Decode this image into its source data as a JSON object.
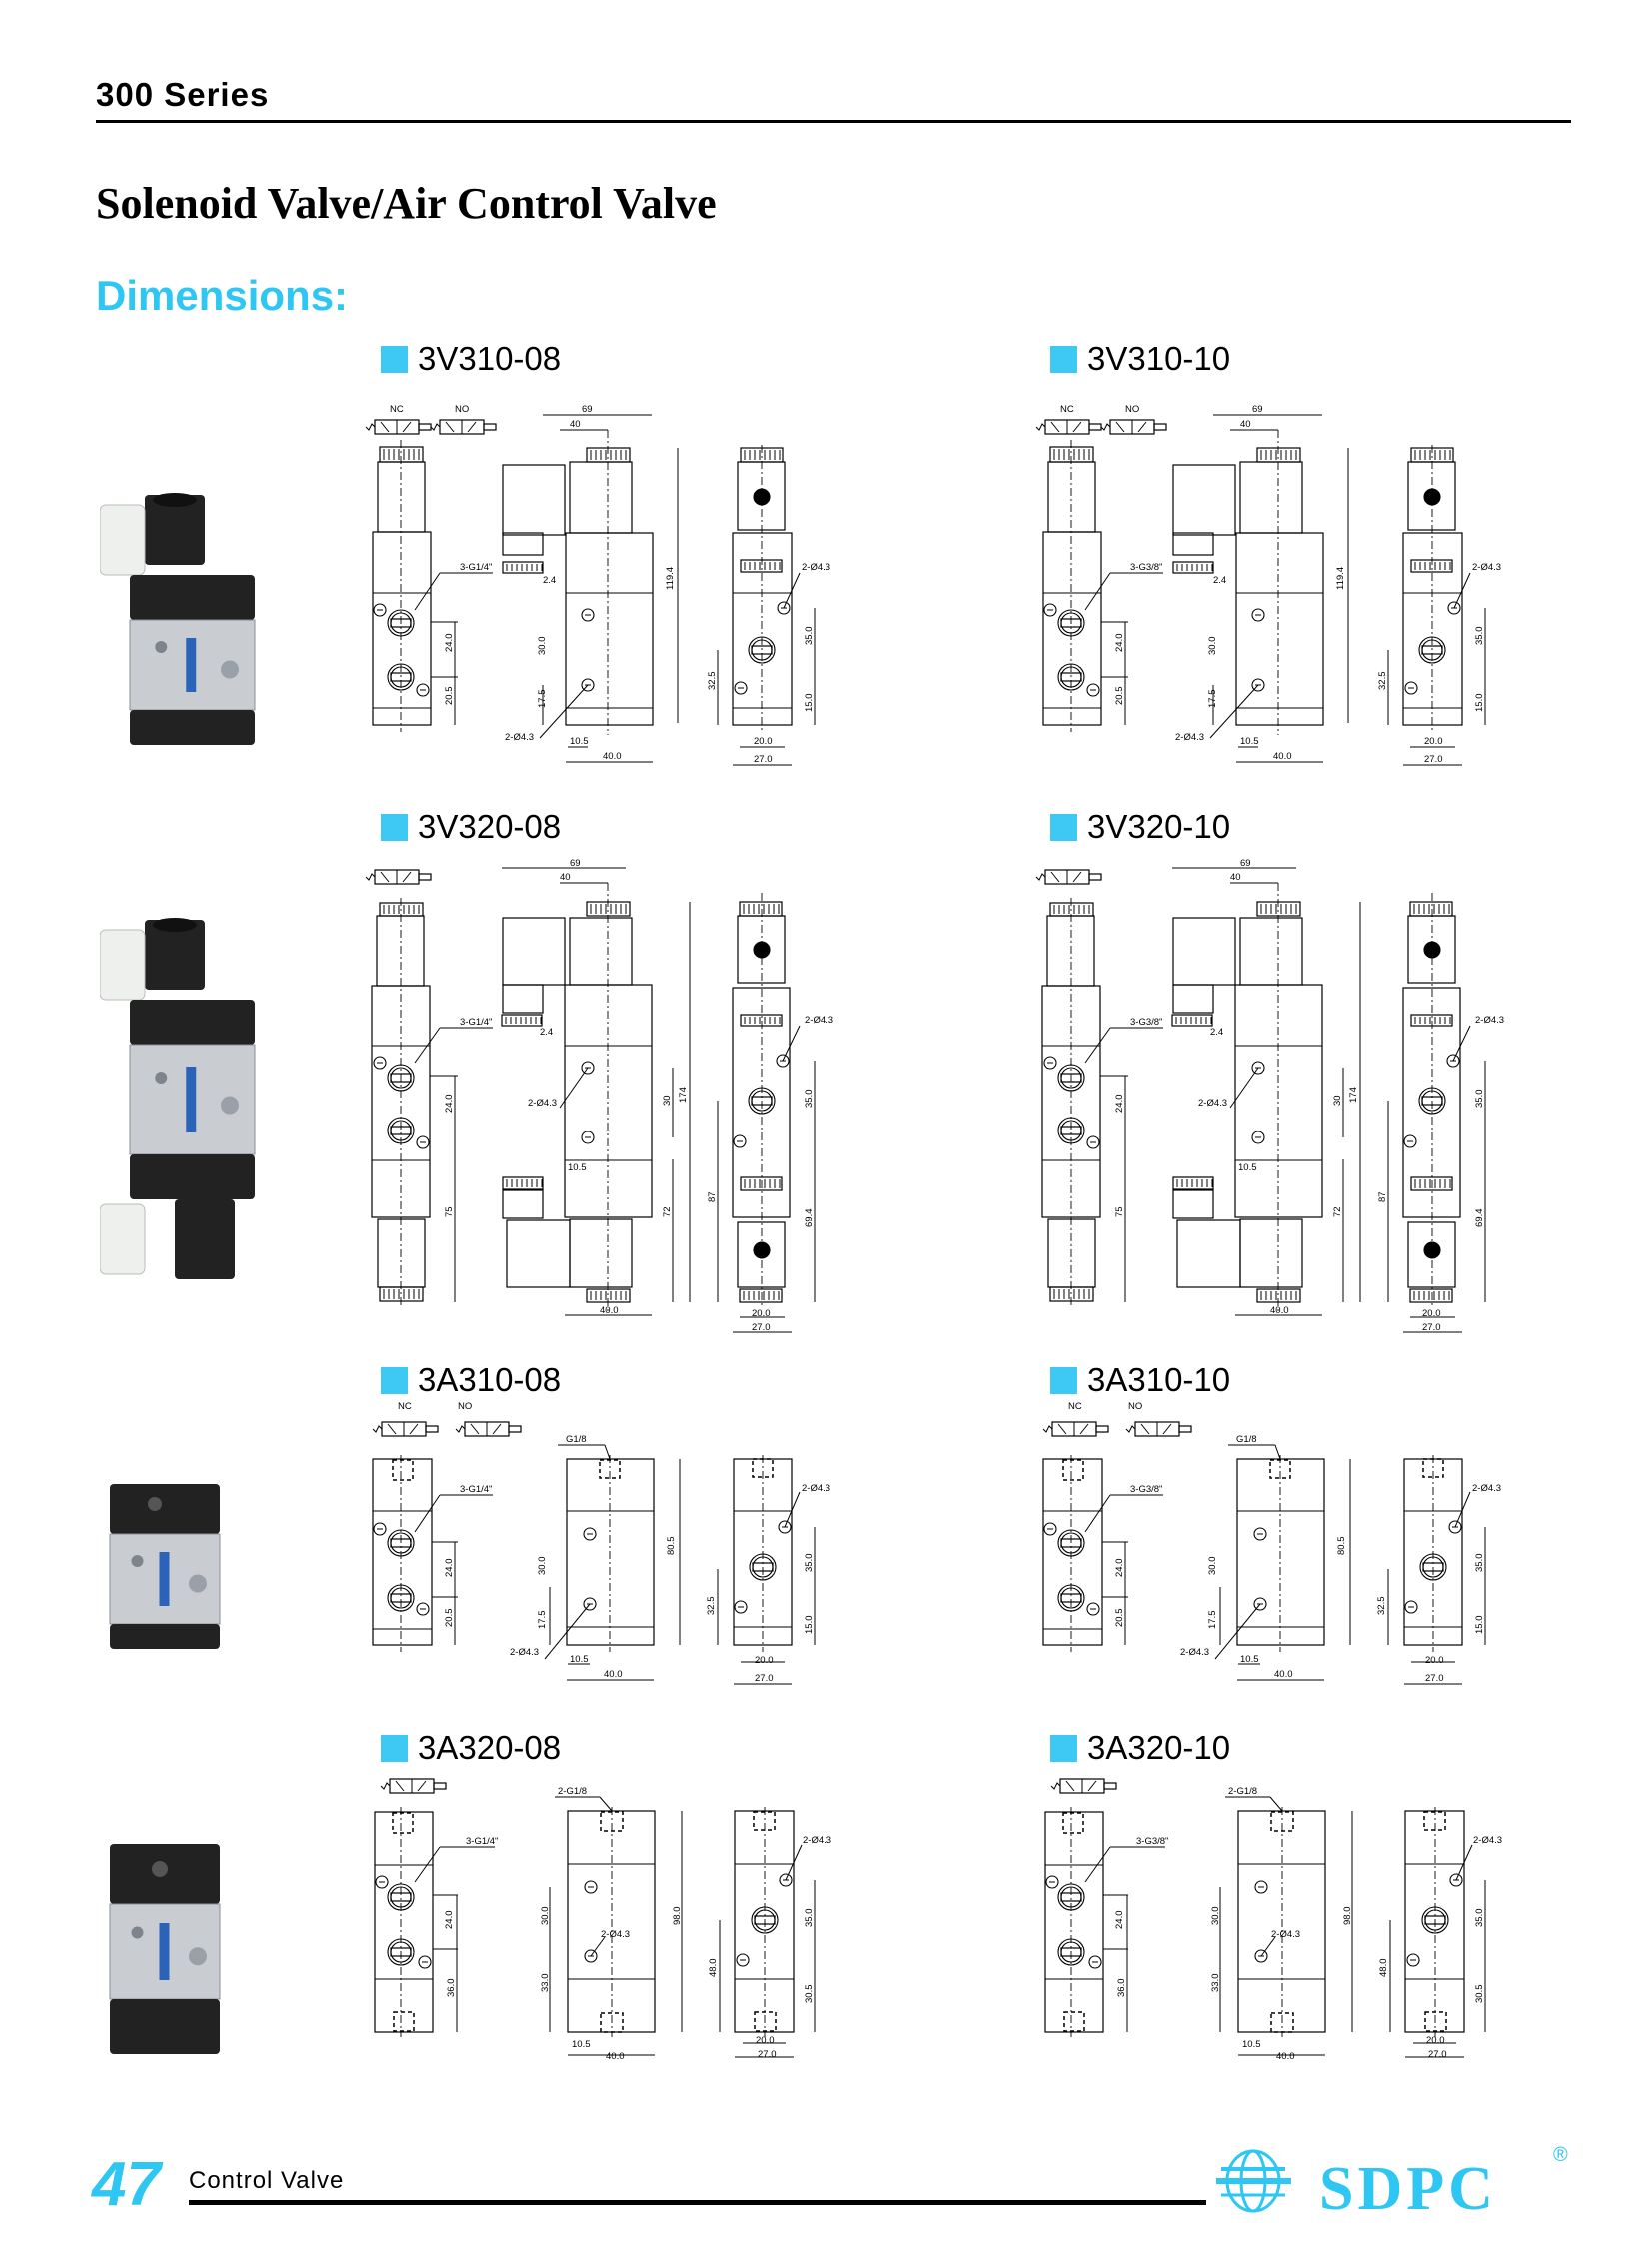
{
  "header": {
    "series": "300 Series",
    "title": "Solenoid Valve/Air Control Valve",
    "section_heading": "Dimensions:"
  },
  "colors": {
    "accent": "#2ec6f2",
    "marker": "#3ec8f4"
  },
  "sections": [
    {
      "left": {
        "model": "3V310-08",
        "dims": {
          "nc": "NC",
          "no": "NO",
          "port": "3-G1/4\"",
          "d24": "24.0",
          "dlow": "20.5",
          "w69": "69",
          "w40": "40",
          "htot": "119.4",
          "d30": "30.0",
          "d17": "17.5",
          "hole": "2-Ø4.3",
          "d2_4": "2.4",
          "d10": "10.5",
          "w40b": "40.0",
          "ehole": "2-Ø4.3",
          "e35": "35.0",
          "e32": "32.5",
          "e15": "15.0",
          "e20": "20.0",
          "e27": "27.0"
        }
      },
      "right": {
        "model": "3V310-10",
        "dims": {
          "nc": "NC",
          "no": "NO",
          "port": "3-G3/8\"",
          "d24": "24.0",
          "dlow": "20.5",
          "w69": "69",
          "w40": "40",
          "htot": "119.4",
          "d30": "30.0",
          "d17": "17.5",
          "hole": "2-Ø4.3",
          "d2_4": "2.4",
          "d10": "10.5",
          "w40b": "40.0",
          "ehole": "2-Ø4.3",
          "e35": "35.0",
          "e32": "32.5",
          "e15": "15.0",
          "e20": "20.0",
          "e27": "27.0"
        }
      }
    },
    {
      "left": {
        "model": "3V320-08",
        "dims": {
          "port": "3-G1/4\"",
          "d24": "24.0",
          "d75": "75",
          "w69": "69",
          "w40": "40",
          "d30": "30",
          "htot": "174",
          "d72": "72",
          "d2_4": "2.4",
          "hole": "2-Ø4.3",
          "d10": "10.5",
          "w40b": "40.0",
          "ehole": "2-Ø4.3",
          "e35": "35.0",
          "e87": "87",
          "e69": "69.4",
          "e20": "20.0",
          "e27": "27.0"
        }
      },
      "right": {
        "model": "3V320-10",
        "dims": {
          "port": "3-G3/8\"",
          "d24": "24.0",
          "d75": "75",
          "w69": "69",
          "w40": "40",
          "d30": "30",
          "htot": "174",
          "d72": "72",
          "d2_4": "2.4",
          "hole": "2-Ø4.3",
          "d10": "10.5",
          "w40b": "40.0",
          "ehole": "2-Ø4.3",
          "e35": "35.0",
          "e87": "87",
          "e69": "69.4",
          "e20": "20.0",
          "e27": "27.0"
        }
      }
    },
    {
      "left": {
        "model": "3A310-08",
        "dims": {
          "nc": "NC",
          "no": "NO",
          "port": "3-G1/4\"",
          "d24": "24.0",
          "dlow": "20.5",
          "pilot": "G1/8",
          "htot": "80.5",
          "d30": "30.0",
          "d17": "17.5",
          "hole": "2-Ø4.3",
          "d10": "10.5",
          "w40b": "40.0",
          "ehole": "2-Ø4.3",
          "e35": "35.0",
          "e32": "32.5",
          "e15": "15.0",
          "e20": "20.0",
          "e27": "27.0"
        }
      },
      "right": {
        "model": "3A310-10",
        "dims": {
          "nc": "NC",
          "no": "NO",
          "port": "3-G3/8\"",
          "d24": "24.0",
          "dlow": "20.5",
          "pilot": "G1/8",
          "htot": "80.5",
          "d30": "30.0",
          "d17": "17.5",
          "hole": "2-Ø4.3",
          "d10": "10.5",
          "w40b": "40.0",
          "ehole": "2-Ø4.3",
          "e35": "35.0",
          "e32": "32.5",
          "e15": "15.0",
          "e20": "20.0",
          "e27": "27.0"
        }
      }
    },
    {
      "left": {
        "model": "3A320-08",
        "dims": {
          "port": "3-G1/4\"",
          "d24": "24.0",
          "d36": "36.0",
          "pilot": "2-G1/8",
          "htot": "98.0",
          "d30": "30.0",
          "d33": "33.0",
          "hole": "2-Ø4.3",
          "d10": "10.5",
          "w40b": "40.0",
          "ehole": "2-Ø4.3",
          "e35": "35.0",
          "e48": "48.0",
          "e30": "30.5",
          "e20": "20.0",
          "e27": "27.0"
        }
      },
      "right": {
        "model": "3A320-10",
        "dims": {
          "port": "3-G3/8\"",
          "d24": "24.0",
          "d36": "36.0",
          "pilot": "2-G1/8",
          "htot": "98.0",
          "d30": "30.0",
          "d33": "33.0",
          "hole": "2-Ø4.3",
          "d10": "10.5",
          "w40b": "40.0",
          "ehole": "2-Ø4.3",
          "e35": "35.0",
          "e48": "48.0",
          "e30": "30.5",
          "e20": "20.0",
          "e27": "27.0"
        }
      }
    }
  ],
  "footer": {
    "page_number": "47",
    "text": "Control Valve",
    "brand": "SDPC",
    "registered": "®"
  }
}
